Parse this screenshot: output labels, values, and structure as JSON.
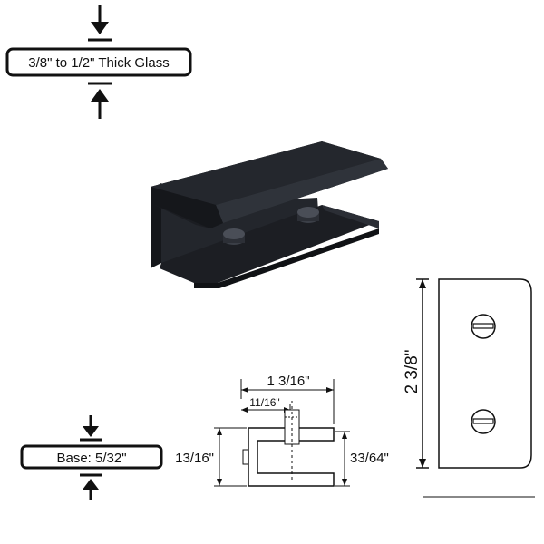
{
  "glass_callout": {
    "label": "3/8\" to 1/2\" Thick Glass"
  },
  "base_callout": {
    "label": "Base: 5/32\""
  },
  "side_view": {
    "overall_length": "1 3/16\"",
    "slot_depth": "11/16\"",
    "height": "13/16\"",
    "glass_gap": "33/64\""
  },
  "front_view": {
    "height": "2 3/8\""
  },
  "product": {
    "color": "#1b1d22",
    "accent": "#2a2d34"
  }
}
